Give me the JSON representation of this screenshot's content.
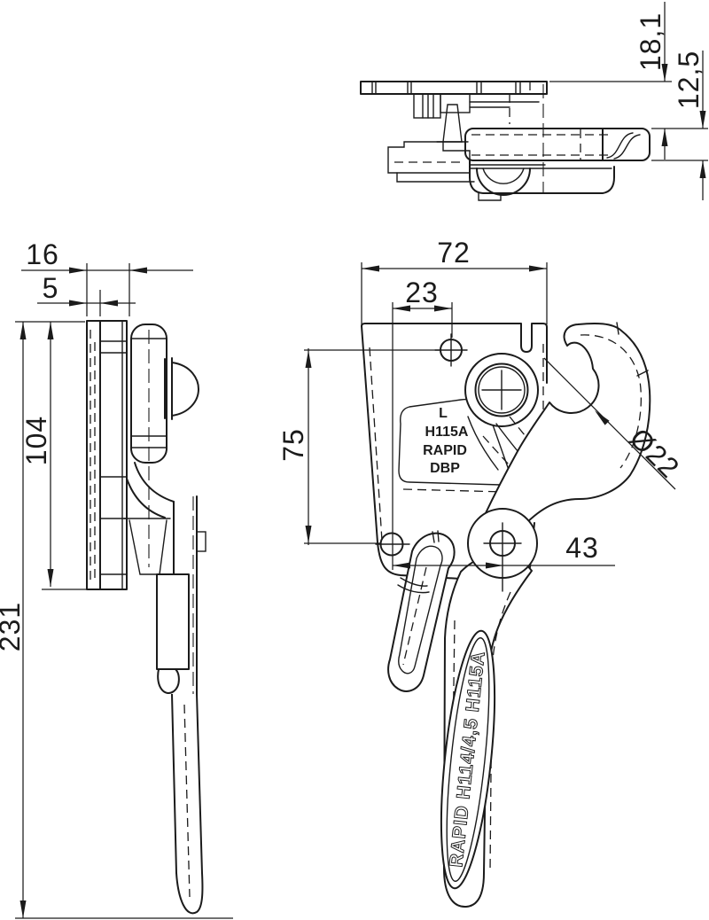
{
  "drawing": {
    "dimensions": {
      "offset_18_1": "18,1",
      "thickness_12_5": "12,5",
      "depth_16": "16",
      "plate_5": "5",
      "plate_height_104": "104",
      "total_height_231": "231",
      "width_72": "72",
      "hole_offset_23": "23",
      "hole_pitch_75": "75",
      "hole_pitch_43": "43",
      "hook_dia": "Ø22"
    },
    "markings": {
      "body": [
        "L",
        "H115A",
        "RAPID",
        "DBP"
      ],
      "handle": "RAPID H114/4,5 H115A"
    }
  }
}
